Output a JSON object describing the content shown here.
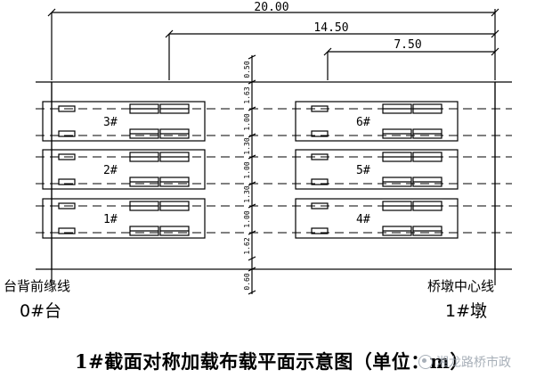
{
  "dimensions": {
    "total": "20.00",
    "mid": "14.50",
    "short": "7.50"
  },
  "vertical_dims": [
    "0.50",
    "1.63",
    "1.00",
    "1.30",
    "1.00",
    "1.30",
    "1.00",
    "1.62",
    "0.60"
  ],
  "vehicles": [
    "3#",
    "2#",
    "1#",
    "6#",
    "5#",
    "4#"
  ],
  "left_label": "台背前缘线",
  "left_sub": "0#台",
  "right_label": "桥墩中心线",
  "right_sub": "1#墩",
  "caption": "1#截面对称加载布载平面示意图（单位：m）",
  "watermark": "湘龙路桥市政"
}
